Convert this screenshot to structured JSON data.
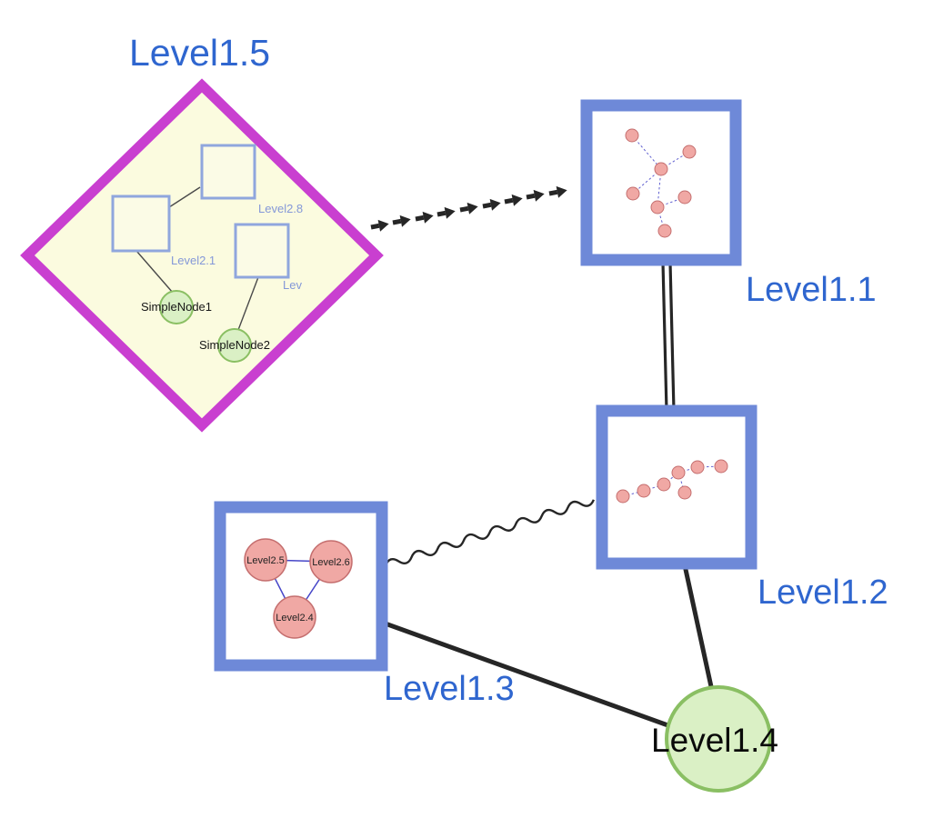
{
  "diagram": {
    "colors": {
      "label_blue": "#2f66cf",
      "inner_label_blue": "#8498d8",
      "diamond_border": "#c93fd0",
      "diamond_fill": "#fbfbdf",
      "inner_square_fill": "#fbfbe6",
      "inner_square_border": "#8fa6dd",
      "square_border": "#6e89d8",
      "square_fill": "#ffffff",
      "green_fill": "#daf0c5",
      "green_border": "#8abf63",
      "pink_fill": "#f0a8a4",
      "pink_border": "#c56f6f",
      "edge_dark": "#262626",
      "inner_edge_blue": "#4646c8"
    },
    "groups": {
      "level1_5": {
        "label": "Level1.5",
        "children": {
          "square1": "Level2.1",
          "square2": "Level2.8",
          "square3": "Lev",
          "simple1": "SimpleNode1",
          "simple2": "SimpleNode2"
        }
      },
      "level1_1": {
        "label": "Level1.1"
      },
      "level1_2": {
        "label": "Level1.2"
      },
      "level1_3": {
        "label": "Level1.3",
        "children": {
          "a": "Level2.5",
          "b": "Level2.6",
          "c": "Level2.4"
        }
      },
      "level1_4": {
        "label": "Level1.4"
      }
    },
    "edges": [
      {
        "from": "Level1.5",
        "to": "Level1.1",
        "style": "dashed-arrow"
      },
      {
        "from": "Level1.1",
        "to": "Level1.2",
        "style": "double-line"
      },
      {
        "from": "Level1.3",
        "to": "Level1.2",
        "style": "wavy"
      },
      {
        "from": "Level1.3",
        "to": "Level1.4",
        "style": "solid"
      },
      {
        "from": "Level1.2",
        "to": "Level1.4",
        "style": "solid"
      }
    ]
  }
}
